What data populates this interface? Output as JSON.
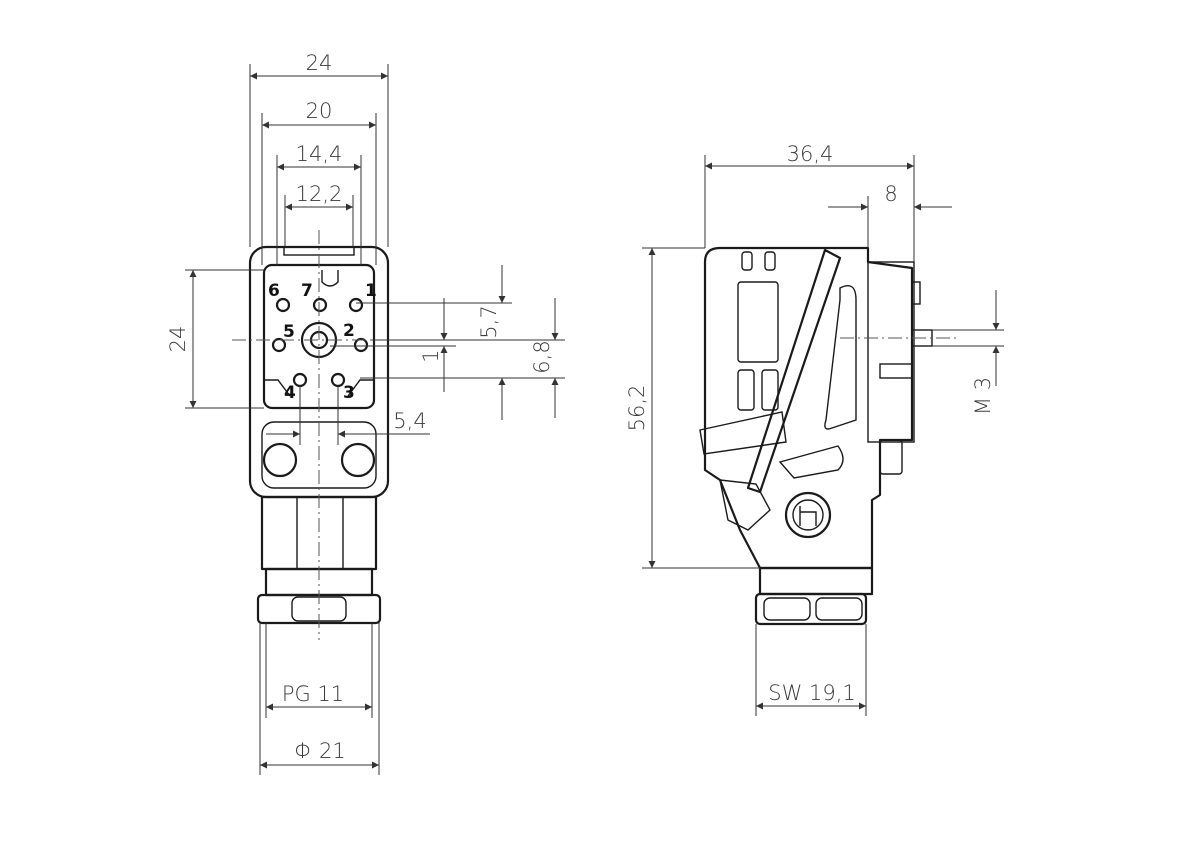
{
  "front_view": {
    "dimensions": {
      "width_24": "24",
      "width_20": "20",
      "width_14_4": "14,4",
      "width_12_2": "12,2",
      "height_24": "24",
      "offset_5_7": "5,7",
      "offset_1": "1",
      "offset_6_8": "6,8",
      "pin_spacing_5_4": "5,4",
      "thread_pg11": "PG 11",
      "diameter_21": "Φ 21"
    },
    "pins": [
      "1",
      "2",
      "3",
      "4",
      "5",
      "6",
      "7"
    ]
  },
  "side_view": {
    "dimensions": {
      "length_36_4": "36,4",
      "depth_8": "8",
      "height_56_2": "56,2",
      "screw_m3": "M 3",
      "wrench_sw": "SW  19,1"
    }
  }
}
